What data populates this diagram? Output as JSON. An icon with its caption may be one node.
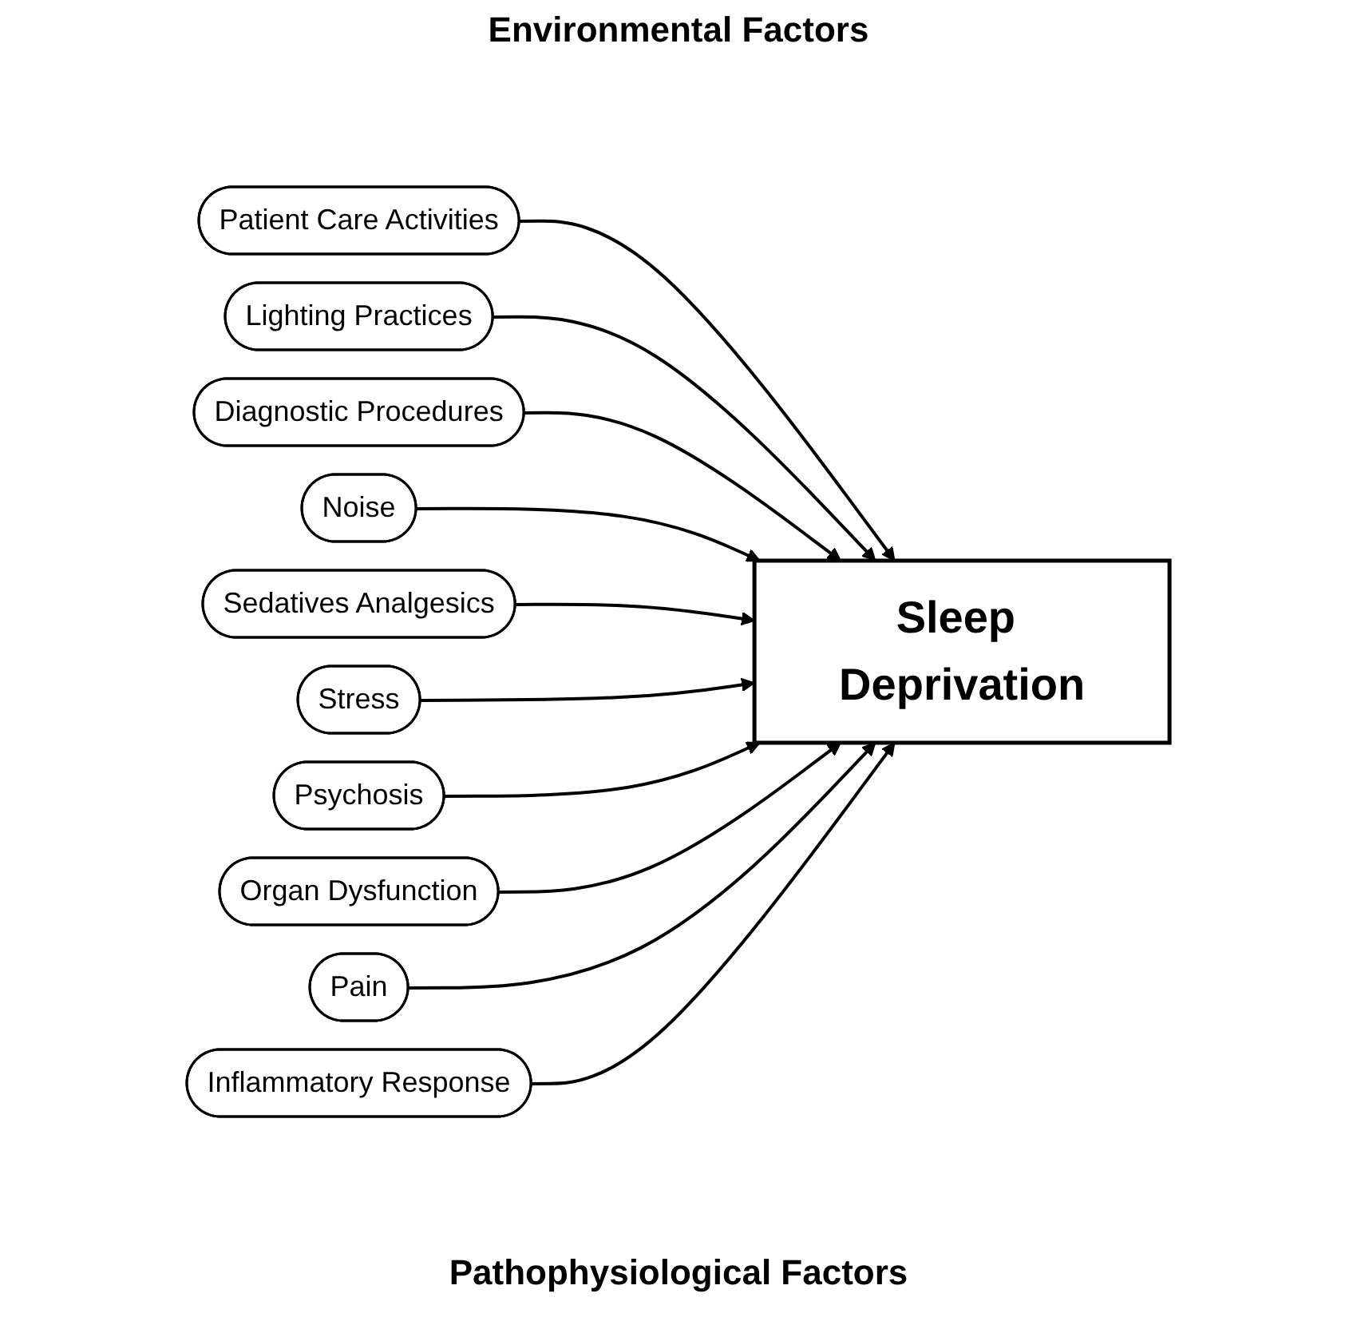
{
  "diagram": {
    "nodes": [
      {
        "text": [
          "Patient Care Activities"
        ]
      },
      {
        "text": [
          "Lighting Practices"
        ]
      },
      {
        "text": [
          "Diagnostic Procedures"
        ]
      },
      {
        "text": [
          "Noise"
        ]
      },
      {
        "text": [
          "Sedatives Analgesics"
        ]
      },
      {
        "text": [
          "Sleep Deprivation"
        ]
      },
      {
        "text": [
          "Stress"
        ]
      },
      {
        "text": [
          "Psychosis"
        ]
      },
      {
        "text": [
          "Organ Dysfunction"
        ]
      },
      {
        "text": [
          "Pain"
        ]
      },
      {
        "text": [
          "Inflammatory Response"
        ]
      }
    ],
    "edges": [
      {
        "from": 0,
        "to": 5,
        "arrow": "to"
      },
      {
        "from": 1,
        "to": 5,
        "arrow": "to"
      },
      {
        "from": 2,
        "to": 5,
        "arrow": "to"
      },
      {
        "from": 3,
        "to": 5,
        "arrow": "to"
      },
      {
        "from": 4,
        "to": 5,
        "arrow": "to"
      },
      {
        "from": 6,
        "to": 5,
        "arrow": "to"
      },
      {
        "from": 7,
        "to": 5,
        "arrow": "to"
      },
      {
        "from": 8,
        "to": 5,
        "arrow": "to"
      },
      {
        "from": 9,
        "to": 5,
        "arrow": "to"
      },
      {
        "from": 10,
        "to": 5,
        "arrow": "to"
      }
    ],
    "labels": [
      "Environmental Factors",
      "Pathophysiological Factors"
    ]
  }
}
